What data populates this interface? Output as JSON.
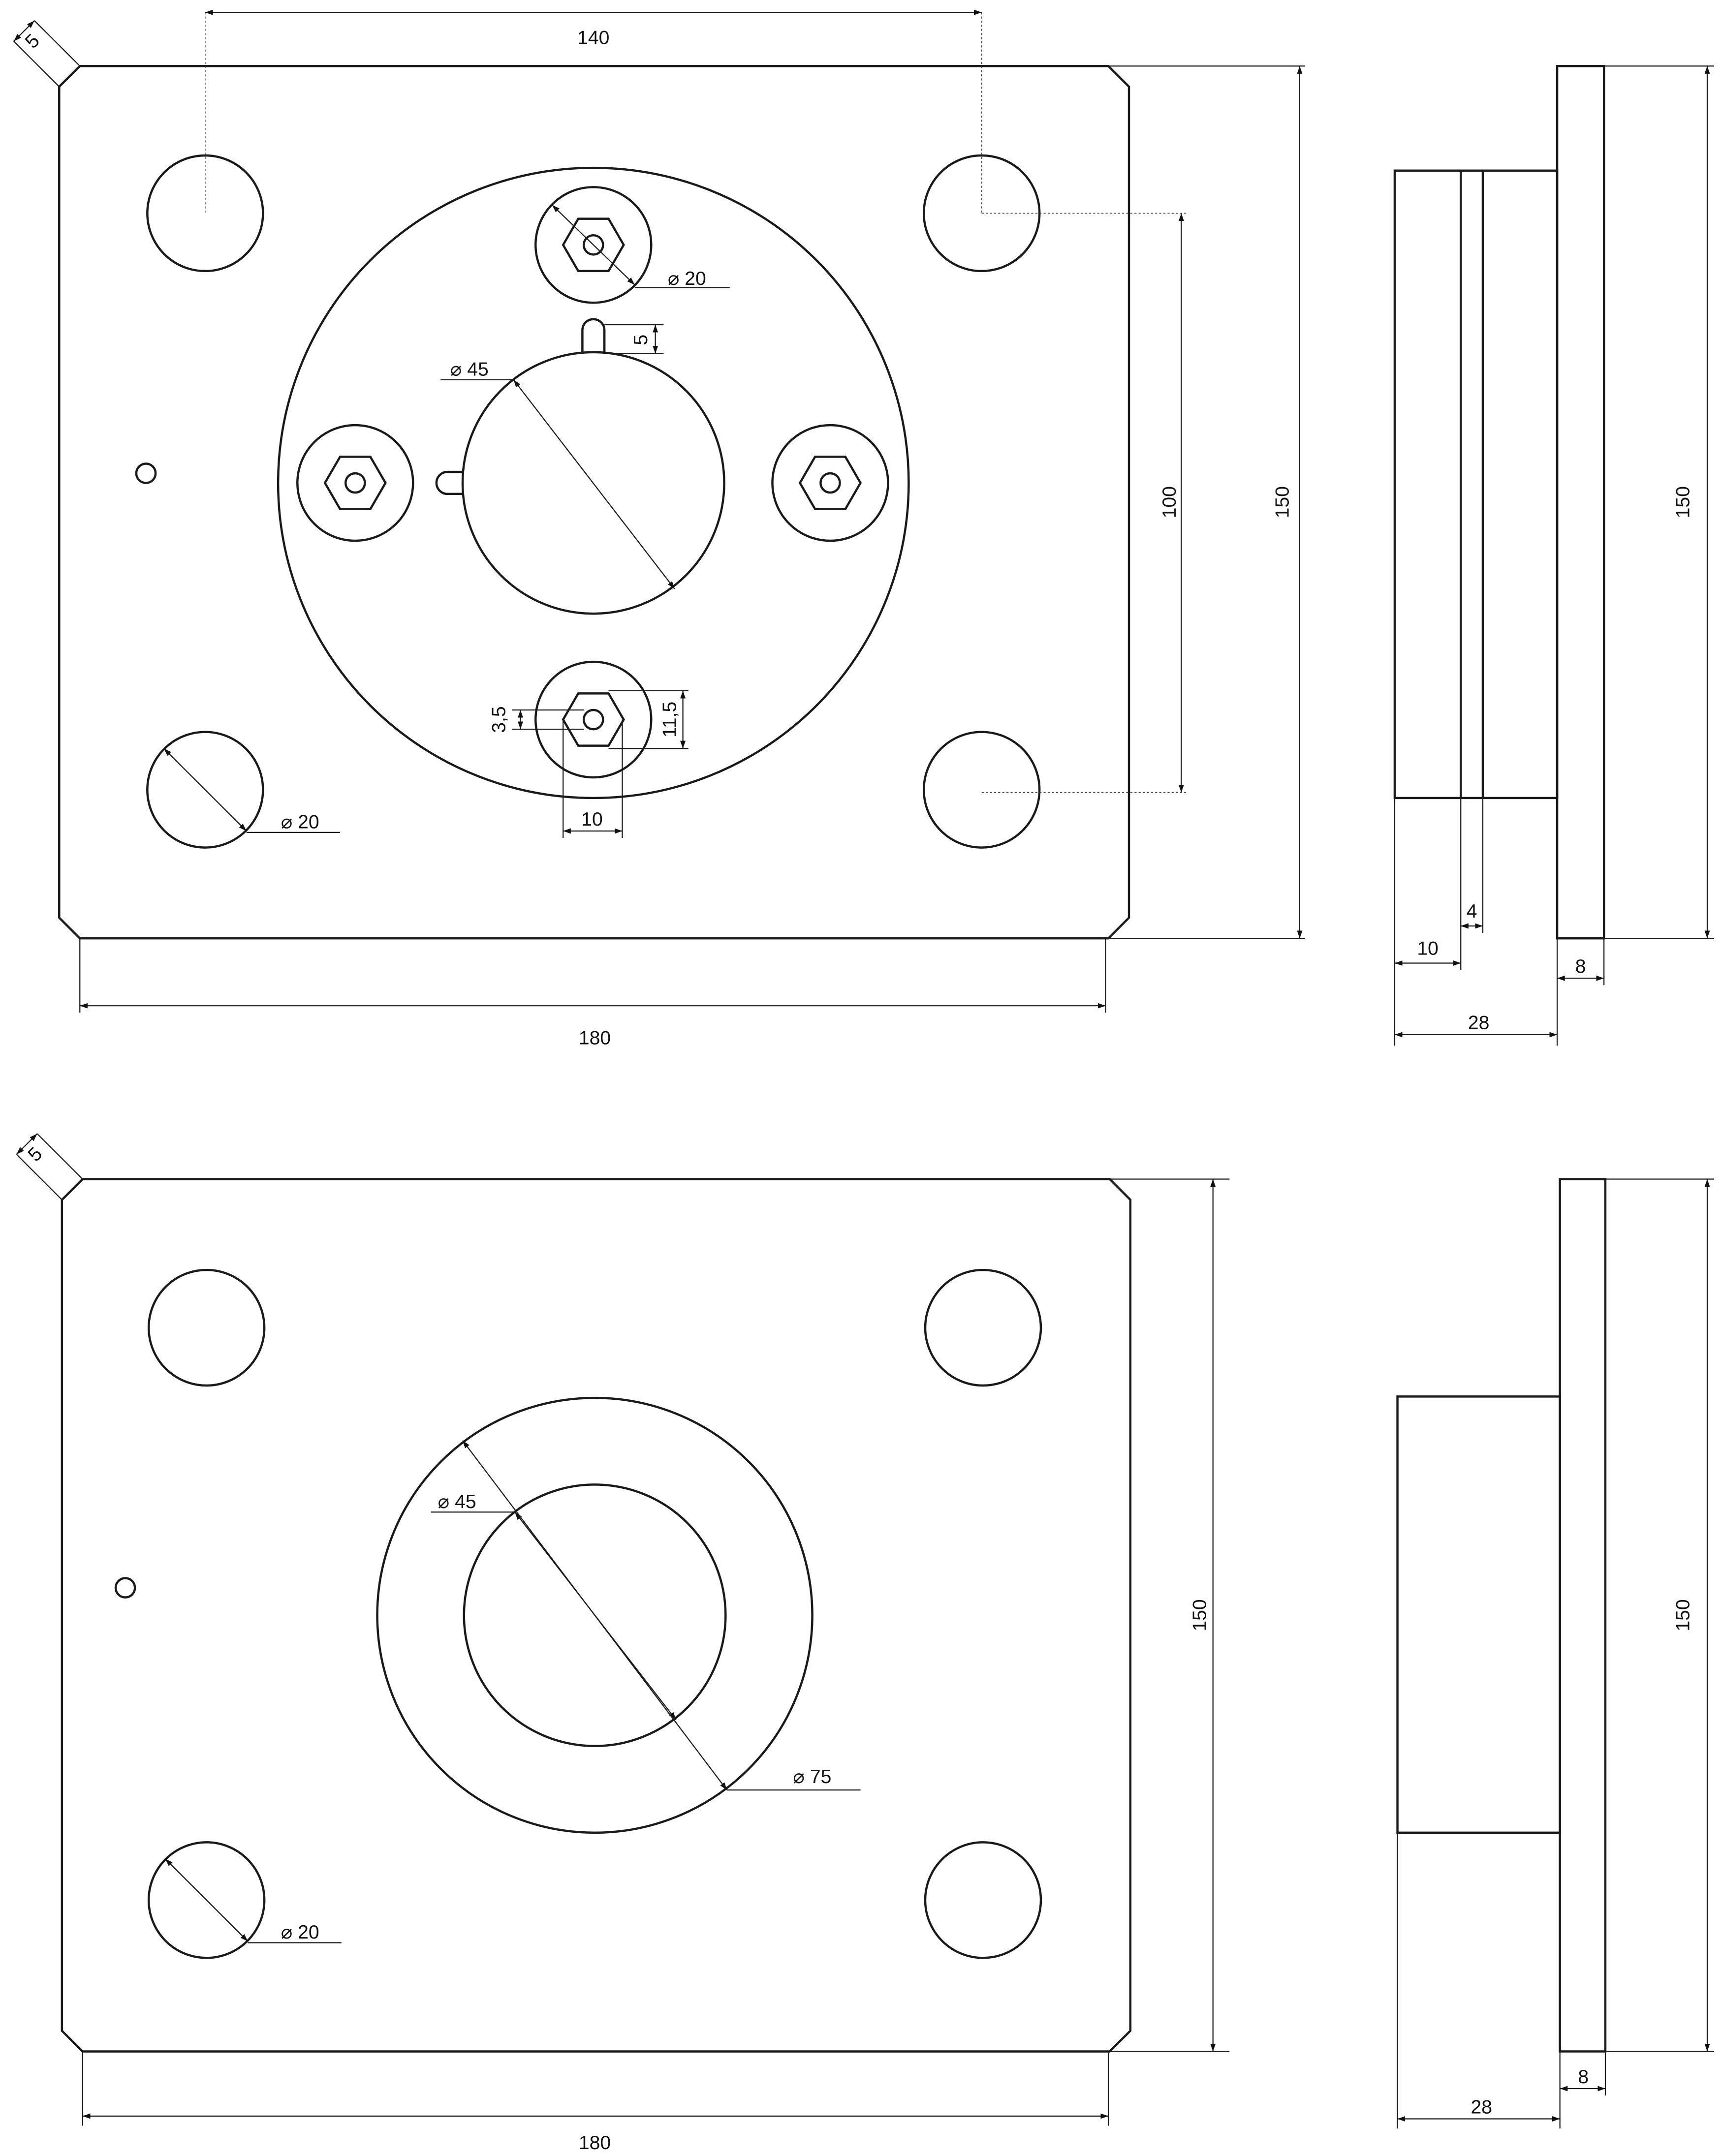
{
  "top_view": {
    "dim_hole_spacing": "140",
    "dim_chamfer": "5",
    "dim_boss_diameter": "⌀ 20",
    "dim_slot": "5",
    "dim_bore": "⌀ 45",
    "dim_vertical_spacing": "100",
    "dim_height": "150",
    "dim_nut_hole": "3,5",
    "dim_nut_height": "11,5",
    "dim_nut_width": "10",
    "dim_hole_diameter": "⌀ 20",
    "dim_width": "180"
  },
  "top_side_view": {
    "dim_height": "150",
    "dim_part": "10",
    "dim_gap": "4",
    "dim_plate": "8",
    "dim_depth": "28"
  },
  "bottom_view": {
    "dim_chamfer": "5",
    "dim_bore": "⌀ 45",
    "dim_ring": "⌀ 75",
    "dim_hole_diameter": "⌀ 20",
    "dim_height": "150",
    "dim_width": "180"
  },
  "bottom_side_view": {
    "dim_height": "150",
    "dim_plate": "8",
    "dim_depth": "28"
  }
}
